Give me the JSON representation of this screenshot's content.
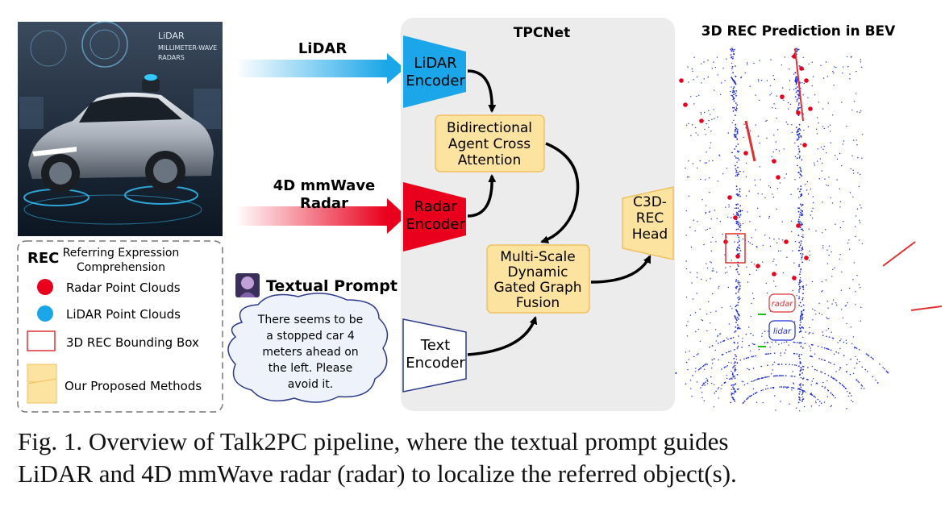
{
  "inputs": {
    "lidar_label": "LiDAR",
    "radar_label_line1": "4D mmWave",
    "radar_label_line2": "Radar"
  },
  "car_image": {
    "overlay_text_1": "LiDAR",
    "overlay_text_2": "MILLIMETER-WAVE",
    "overlay_text_3": "RADARS"
  },
  "tpcnet": {
    "title": "TPCNet",
    "lidar_encoder": [
      "LiDAR",
      "Encoder"
    ],
    "radar_encoder": [
      "Radar",
      "Encoder"
    ],
    "text_encoder": [
      "Text",
      "Encoder"
    ],
    "cross_attention": [
      "Bidirectional",
      "Agent Cross",
      "Attention"
    ],
    "graph_fusion": [
      "Multi-Scale",
      "Dynamic",
      "Gated Graph",
      "Fusion"
    ],
    "head": [
      "C3D-",
      "REC",
      "Head"
    ]
  },
  "legend": {
    "title": "REC",
    "subtitle_line1": "Referring Expression",
    "subtitle_line2": "Comprehension",
    "items": [
      {
        "label": "Radar Point Clouds",
        "color": "#e8001c"
      },
      {
        "label": "LiDAR Point Clouds",
        "color": "#1aa6e8"
      },
      {
        "label": "3D REC Bounding Box",
        "color": "#e03030"
      },
      {
        "label": "Our Proposed Methods",
        "color": "#fde3a0"
      }
    ]
  },
  "prompt": {
    "title": "Textual Prompt",
    "lines": [
      "There seems to be",
      "a stopped car 4",
      "meters ahead on",
      "the left. Please",
      "avoid it."
    ]
  },
  "bev": {
    "title": "3D REC Prediction in BEV",
    "box_labels": [
      "radar",
      "lidar"
    ]
  },
  "caption": {
    "line1": "Fig. 1.  Overview of Talk2PC pipeline, where the textual prompt guides",
    "line2": "LiDAR and 4D mmWave radar (radar) to localize the referred object(s)."
  },
  "colors": {
    "lidar_blue": "#1aa6e8",
    "radar_red": "#e8001c",
    "module_fill": "#fde3a0",
    "module_stroke": "#f0c060",
    "panel_bg": "#ececec",
    "bev_points": "#1f2fd6"
  }
}
